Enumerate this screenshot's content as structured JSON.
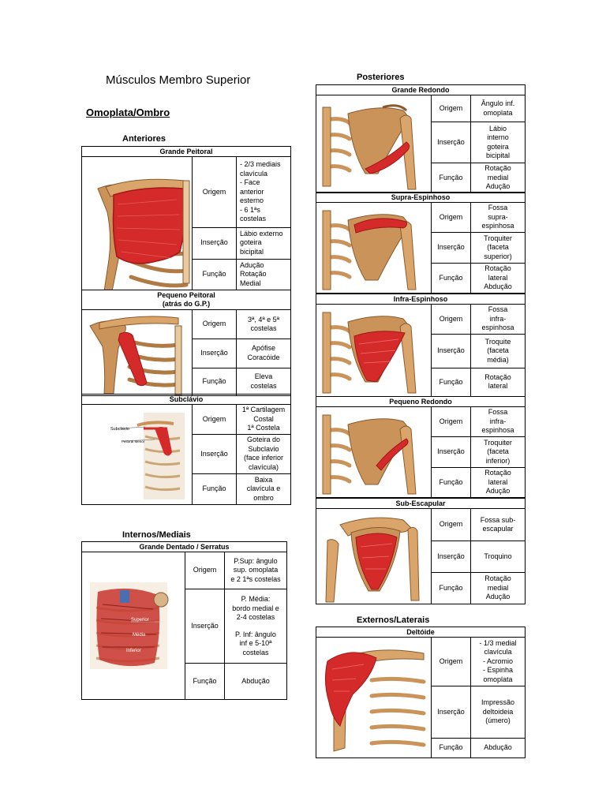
{
  "title": "Músculos Membro Superior",
  "section_shoulder": "Omoplata/Ombro",
  "group_anteriores": "Anteriores",
  "group_internos": "Internos/Mediais",
  "group_posteriores": "Posteriores",
  "group_externos": "Externos/Laterais",
  "labels": {
    "origem": "Origem",
    "insercao": "Inserção",
    "funcao": "Função"
  },
  "grande_peitoral": {
    "name": "Grande Peitoral",
    "origem": [
      "- 2/3 mediais",
      "clavícula",
      "- Face",
      "anterior",
      "esterno",
      "- 6 1ªs",
      "costelas"
    ],
    "insercao": [
      "Lábio externo",
      "goteira",
      "bicipital"
    ],
    "funcao": [
      "Adução",
      "Rotação",
      "Medial"
    ]
  },
  "pequeno_peitoral": {
    "name": "Pequeno Peitoral",
    "subname": "(atrás do G.P.)",
    "origem": [
      "3ª, 4ª e 5ª",
      "costelas"
    ],
    "insercao": [
      "Apófise",
      "Coracóide"
    ],
    "funcao": [
      "Eleva",
      "costelas"
    ]
  },
  "subclavio": {
    "name": "Subclávio",
    "img_labels": {
      "a": "Subclavio",
      "b": "Peitoral Menor"
    },
    "origem": [
      "1ª Cartilagem",
      "Costal",
      "1ª Costela"
    ],
    "insercao": [
      "Goteira do",
      "Subclavio",
      "(face inferior",
      "clavícula)"
    ],
    "funcao": [
      "Baixa",
      "clavícula e",
      "ombro"
    ]
  },
  "grande_dentado": {
    "name": "Grande Dentado / Serratus",
    "img_labels": {
      "a": "Superior",
      "b": "Média",
      "c": "Inferior"
    },
    "origem": [
      "P.Sup: ângulo",
      "sup. omoplata",
      "e 2 1ªs costelas"
    ],
    "insercao_a": [
      "P. Média:",
      "bordo medial e",
      "2-4 costelas"
    ],
    "insercao_b": [
      "P. Inf: ângulo",
      "inf e 5-10ª",
      "costelas"
    ],
    "funcao": [
      "Abdução"
    ]
  },
  "grande_redondo": {
    "name": "Grande Redondo",
    "origem": [
      "Ângulo inf.",
      "omoplata"
    ],
    "insercao": [
      "Lábio",
      "interno",
      "goteira",
      "bicipital"
    ],
    "funcao": [
      "Rotação",
      "medial",
      "Adução"
    ]
  },
  "supra_espinhoso": {
    "name": "Supra-Espinhoso",
    "origem": [
      "Fossa",
      "supra-",
      "espinhosa"
    ],
    "insercao": [
      "Troquiter",
      "(faceta",
      "superior)"
    ],
    "funcao": [
      "Rotação",
      "lateral",
      "Abdução"
    ]
  },
  "infra_espinhoso": {
    "name": "Infra-Espinhoso",
    "origem": [
      "Fossa",
      "infra-",
      "espinhosa"
    ],
    "insercao": [
      "Troquite",
      "(faceta",
      "média)"
    ],
    "funcao": [
      "Rotação",
      "lateral"
    ]
  },
  "pequeno_redondo": {
    "name": "Pequeno Redondo",
    "origem": [
      "Fossa",
      "infra-",
      "espinhosa"
    ],
    "insercao": [
      "Troquiter",
      "(faceta",
      "inferior)"
    ],
    "funcao": [
      "Rotação",
      "lateral",
      "Adução"
    ]
  },
  "sub_escapular": {
    "name": "Sub-Escapular",
    "origem": [
      "Fossa sub-",
      "escapular"
    ],
    "insercao": [
      "Troquino"
    ],
    "funcao": [
      "Rotação",
      "medial",
      "Adução"
    ]
  },
  "deltoide": {
    "name": "Deltóide",
    "origem": [
      "- 1/3 medial",
      "clavícula",
      "- Acromio",
      "- Espinha",
      "omoplata"
    ],
    "insercao": [
      "Impressão",
      "deltoideia",
      "(úmero)"
    ],
    "funcao": [
      "Abdução"
    ]
  },
  "colors": {
    "bone": "#c9935a",
    "bone_dark": "#8a5a2e",
    "muscle": "#d42a2a",
    "muscle_light": "#e86a6a"
  }
}
